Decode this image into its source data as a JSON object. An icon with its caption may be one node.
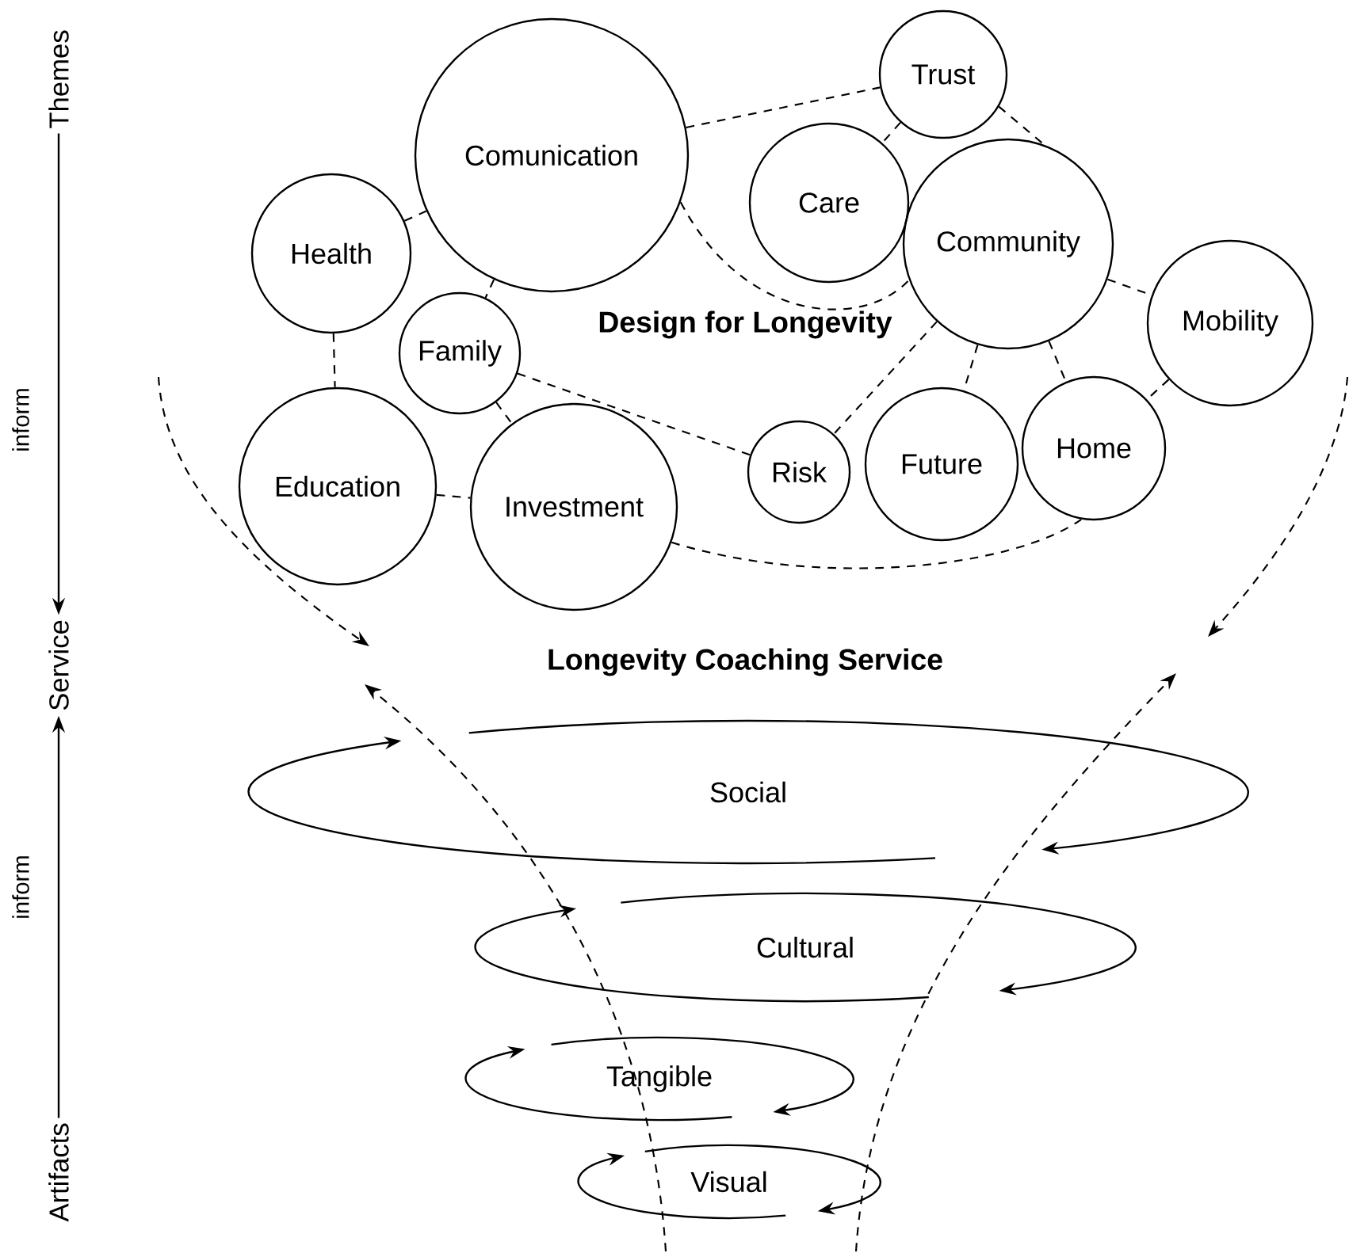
{
  "diagram": {
    "nodes": [
      {
        "text": [
          "Trust"
        ]
      },
      {
        "text": [
          "Comunication"
        ]
      },
      {
        "text": [
          "Care"
        ]
      },
      {
        "text": [
          "Community"
        ]
      },
      {
        "text": [
          "Health"
        ]
      },
      {
        "text": [
          "Family"
        ]
      },
      {
        "text": [
          "Mobility"
        ]
      },
      {
        "text": [
          "Education"
        ]
      },
      {
        "text": [
          "Investment"
        ]
      },
      {
        "text": [
          "Risk"
        ]
      },
      {
        "text": [
          "Future"
        ]
      },
      {
        "text": [
          "Home"
        ]
      },
      {
        "text": [
          "Social"
        ]
      },
      {
        "text": [
          "Cultural"
        ]
      },
      {
        "text": [
          "Tangible"
        ]
      },
      {
        "text": [
          "Visual"
        ]
      },
      {
        "text": [
          "Themes"
        ]
      },
      {
        "text": [
          "Service"
        ]
      },
      {
        "text": [
          "Artifacts"
        ]
      }
    ],
    "edges": [
      {
        "from": 1,
        "to": 0,
        "arrow": "none",
        "style": "dashed"
      },
      {
        "from": 0,
        "to": 2,
        "arrow": "none",
        "style": "dashed"
      },
      {
        "from": 0,
        "to": 3,
        "arrow": "none",
        "style": "dashed"
      },
      {
        "from": 1,
        "to": 3,
        "arrow": "none",
        "style": "dashed"
      },
      {
        "from": 4,
        "to": 1,
        "arrow": "none",
        "style": "dashed"
      },
      {
        "from": 4,
        "to": 7,
        "arrow": "none",
        "style": "dashed"
      },
      {
        "from": 1,
        "to": 5,
        "arrow": "none",
        "style": "dashed"
      },
      {
        "from": 5,
        "to": 8,
        "arrow": "none",
        "style": "dashed"
      },
      {
        "from": 5,
        "to": 9,
        "arrow": "none",
        "style": "dashed"
      },
      {
        "from": 3,
        "to": 6,
        "arrow": "none",
        "style": "dashed"
      },
      {
        "from": 3,
        "to": 9,
        "arrow": "none",
        "style": "dashed"
      },
      {
        "from": 3,
        "to": 10,
        "arrow": "none",
        "style": "dashed"
      },
      {
        "from": 3,
        "to": 11,
        "arrow": "none",
        "style": "dashed"
      },
      {
        "from": 6,
        "to": 11,
        "arrow": "none",
        "style": "dashed"
      },
      {
        "from": 7,
        "to": 8,
        "arrow": "none",
        "style": "dashed"
      },
      {
        "from": 8,
        "to": 11,
        "arrow": "none",
        "style": "dashed"
      },
      {
        "from": 16,
        "to": 17,
        "arrow": "to",
        "label": "inform"
      },
      {
        "from": 18,
        "to": 17,
        "arrow": "to",
        "label": "inform"
      }
    ],
    "labels": [
      "Design for Longevity",
      "Longevity Coaching Service"
    ]
  }
}
